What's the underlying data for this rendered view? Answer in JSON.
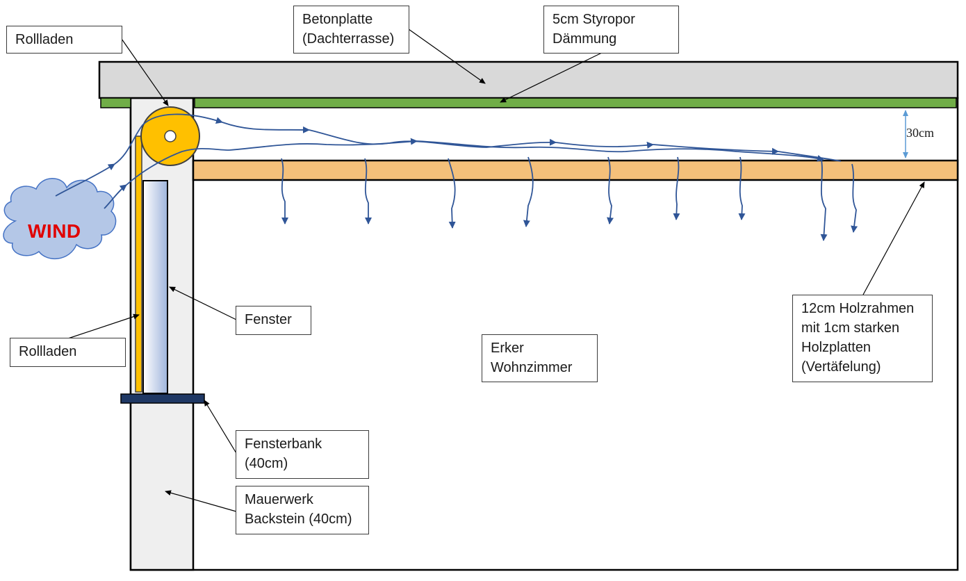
{
  "labels": {
    "rollladen_top": "Rollladen",
    "betonplatte": "Betonplatte\n(Dachterrasse)",
    "styropor": "5cm Styropor\nDämmung",
    "fenster": "Fenster",
    "rollladen_side": "Rollladen",
    "erker": "Erker\nWohnzimmer",
    "holzrahmen": "12cm Holzrahmen\nmit 1cm starken\nHolzplatten\n(Vertäfelung)",
    "fensterbank": "Fensterbank\n(40cm)",
    "mauerwerk": "Mauerwerk\nBackstein (40cm)",
    "wind": "WIND",
    "dimension": "30cm"
  },
  "colors": {
    "concrete": "#d9d9d9",
    "insulation": "#70ad47",
    "wood_panel": "#f4c07a",
    "roller_shutter": "#ffc000",
    "window_glass": "#c9d6ee",
    "windowsill": "#1f3864",
    "wall": "#efefef",
    "airflow": "#2f5597",
    "wind_cloud": "#b4c7e7",
    "wind_text": "#e00000",
    "dimension_arrow": "#5b9bd5"
  },
  "icons": {
    "wind": "cloud-icon",
    "airflow": "airflow-arrow-icon",
    "dimension": "double-arrow-icon"
  }
}
